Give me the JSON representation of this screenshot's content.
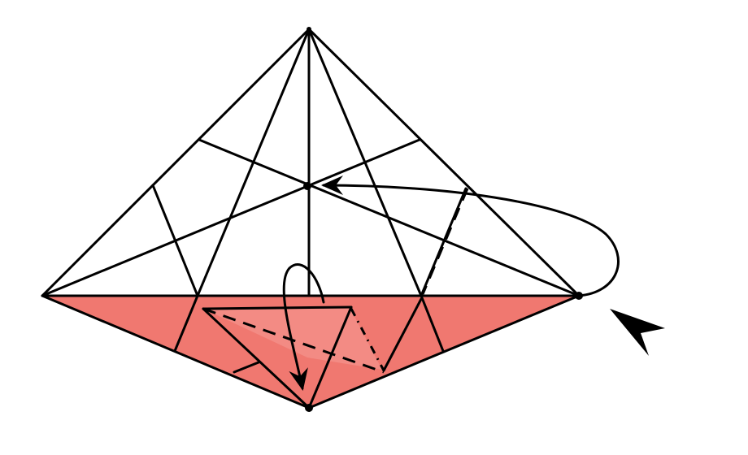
{
  "diagram": {
    "paper_colors": {
      "front": "#ffffff",
      "back": "#f07870",
      "line": "#000000"
    },
    "elements": [
      "kite-outline",
      "crease-lines",
      "valley-fold-lines",
      "mountain-fold-line",
      "swivel-arrow-to-center",
      "tuck-arrow-to-bottom",
      "flip-over-pointer"
    ]
  }
}
